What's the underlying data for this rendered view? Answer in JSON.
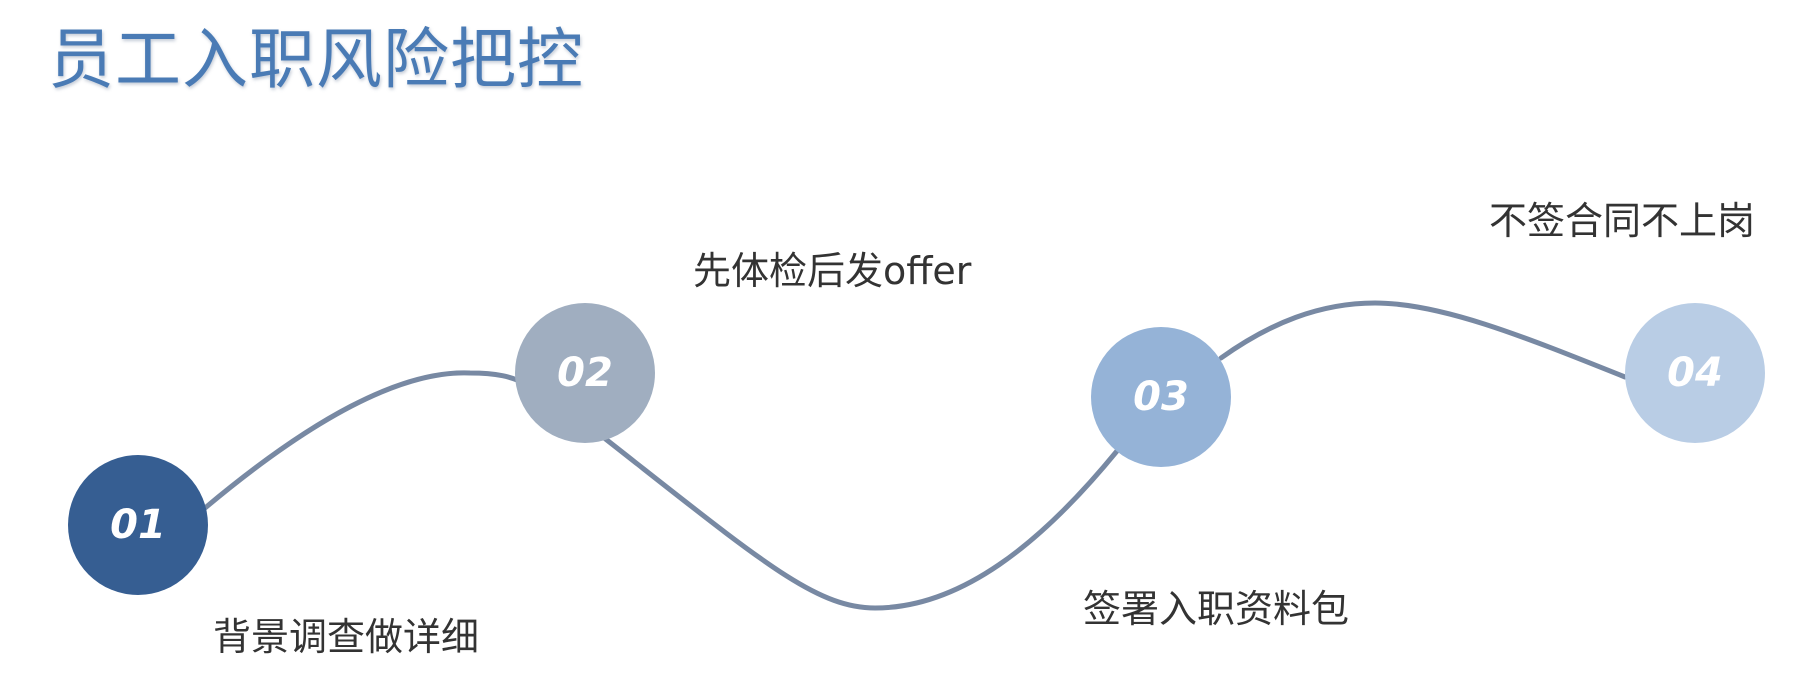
{
  "title": "员工入职风险把控",
  "colors": {
    "title": "#4a7bb5",
    "connector": "#7889a3",
    "label_text": "#333333"
  },
  "steps": [
    {
      "number": "01",
      "label": "背景调查做详细",
      "color": "#365e92"
    },
    {
      "number": "02",
      "label": "先体检后发offer",
      "color": "#a0aec0"
    },
    {
      "number": "03",
      "label": "签署入职资料包",
      "color": "#95b3d7"
    },
    {
      "number": "04",
      "label": "不签合同不上岗",
      "color": "#b9cde5"
    }
  ]
}
